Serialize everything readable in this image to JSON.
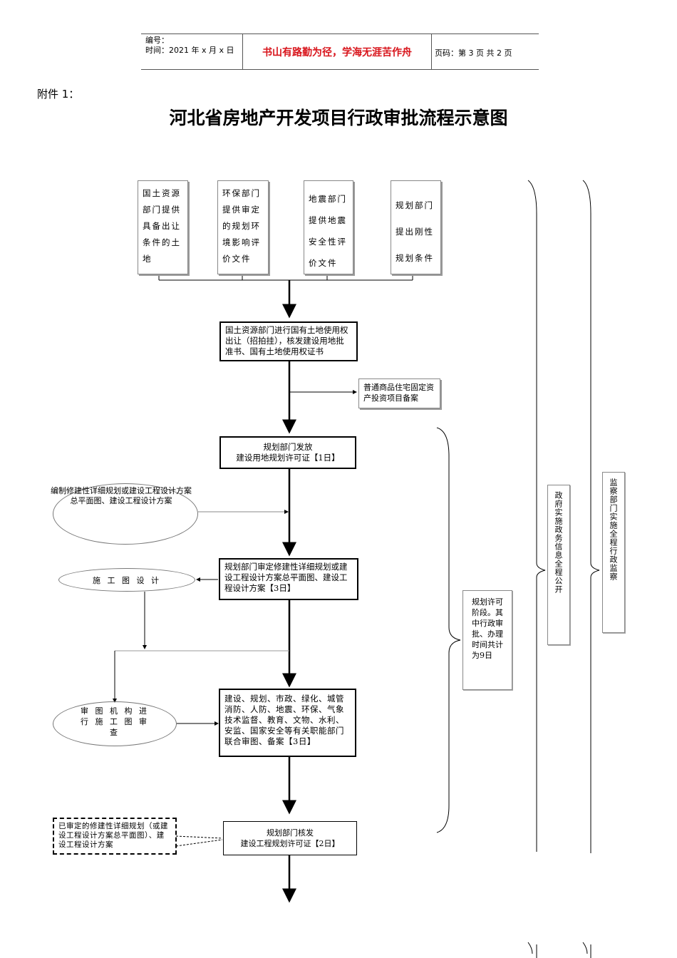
{
  "header": {
    "number_label": "编号：",
    "time_label": "时间：2021 年 x 月 x 日",
    "motto": "书山有路勤为径，学海无涯苦作舟",
    "page_label": "页码：第 3 页 共 2 页"
  },
  "attachment_label": "附件 1：",
  "title": "河北省房地产开发项目行政审批流程示意图",
  "sources": [
    "国土资源部门提供具备出让条件的土地",
    "环保部门提供审定的规划环境影响评价文件",
    "地震部门提供地震安全性评价文件",
    "规划部门提出刚性规划条件"
  ],
  "steps": {
    "land_transfer": "国土资源部门进行国有土地使用权出让（招拍挂），核发建设用地批准书、国有土地使用权证书",
    "investment_record": "普通商品住宅固定资产投资项目备案",
    "land_use_permit": [
      "规划部门发放",
      "建设用地规划许可证【1日】"
    ],
    "design_prep": "编制修建性详细规划或建设工程设计方案总平面图、建设工程设计方案",
    "plan_review": "规划部门审定修建性详细规划或建设工程设计方案总平面图、建设工程设计方案【3日】",
    "construction_design": "施 工 图 设 计",
    "drawing_review": "审 图 机 构 进 行 施 工 图 审 查",
    "joint_review": "建设、规划、市政、绿化、城管消防、人防、地震、环保、气象技术监督、教育、文物、水利、安监、国家安全等有关职能部门联合审图、备案【3日】",
    "approved_plans": "已审定的修建性详细规划（或建设工程设计方案总平面图）、建设工程设计方案",
    "project_permit": [
      "规划部门核发",
      "建设工程规划许可证【2日】"
    ]
  },
  "side_notes": {
    "planning_stage": "规划许可阶段。其中行政审批、办理时间共计为9日",
    "gov_disclosure": "政府实施政务信息全程公开",
    "supervision": "监察部门实施全程行政监察"
  }
}
